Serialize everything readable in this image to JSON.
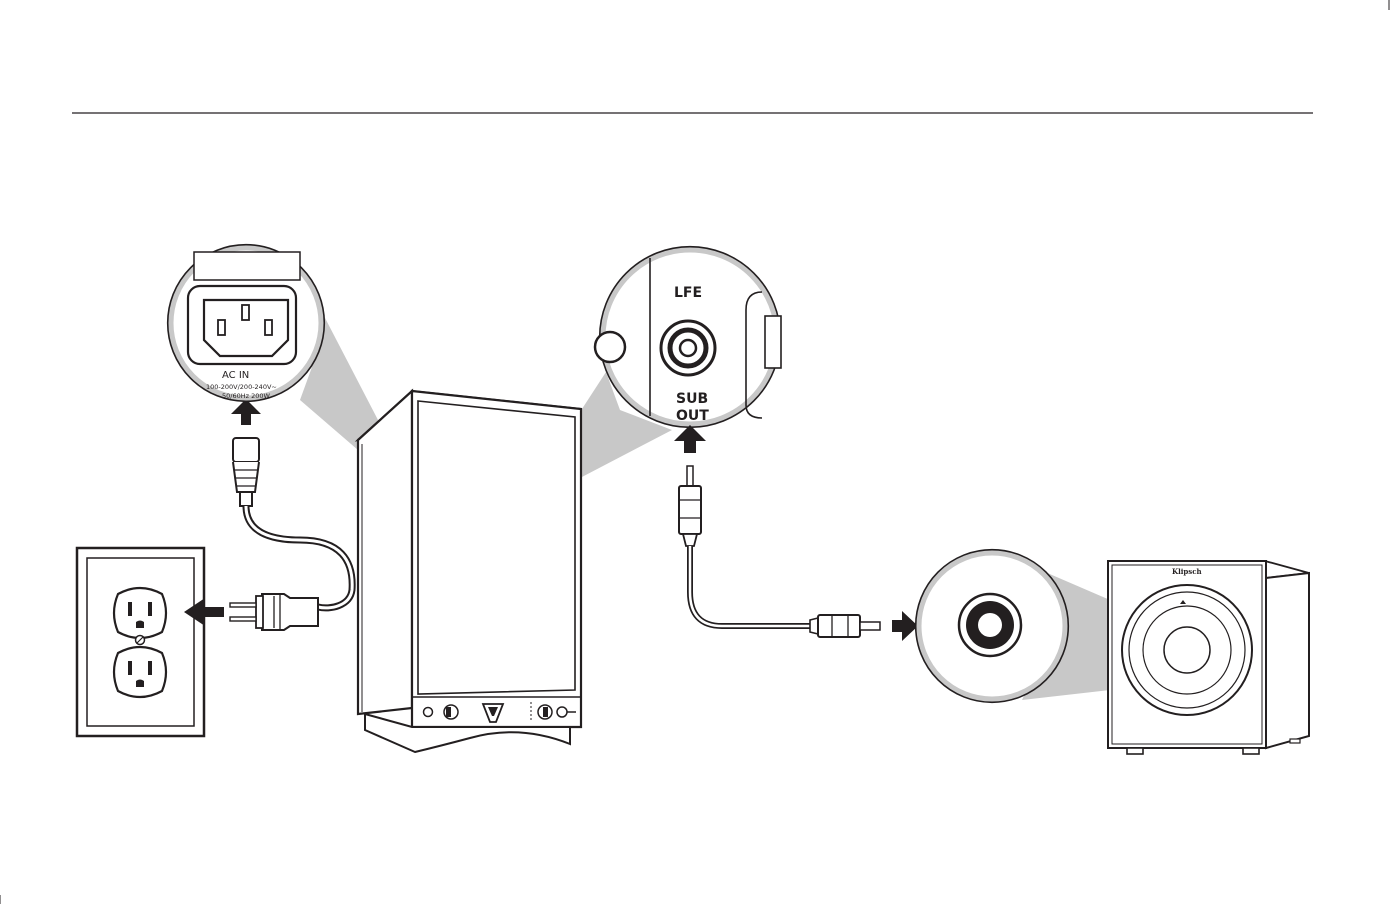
{
  "ac_inlet": {
    "label": "AC IN",
    "rating_line1": "100-200V/200-240V~",
    "rating_line2": "50/60Hz 200W"
  },
  "sub_out": {
    "label_top": "LFE",
    "label_bottom_1": "SUB",
    "label_bottom_2": "OUT"
  },
  "subwoofer": {
    "brand": "Klipsch"
  },
  "colors": {
    "line": "#231f20",
    "callout": "#c8c8c8",
    "background": "#ffffff"
  }
}
